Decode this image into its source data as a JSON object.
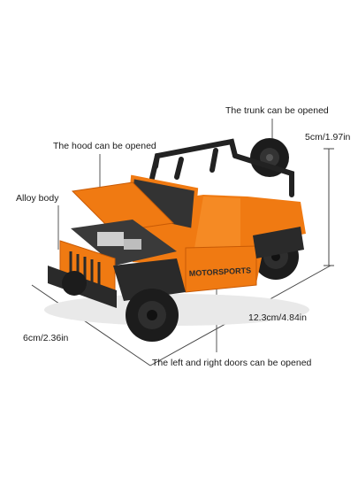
{
  "image": {
    "subject": "orange open-top off-road toy car model with dimension callouts",
    "colors": {
      "body": "#f07a12",
      "body_dark": "#c85a05",
      "trim": "#2a2a2a",
      "tire": "#1c1c1c",
      "line": "#333333"
    }
  },
  "labels": {
    "trunk": "The trunk can be opened",
    "hood": "The hood can be opened",
    "alloy": "Alloy body",
    "doors": "The left and right doors can be opened"
  },
  "dimensions": {
    "height": "5cm/1.97in",
    "length": "12.3cm/4.84in",
    "width": "6cm/2.36in"
  },
  "decals": {
    "side_text": "MOTORSPORTS"
  }
}
